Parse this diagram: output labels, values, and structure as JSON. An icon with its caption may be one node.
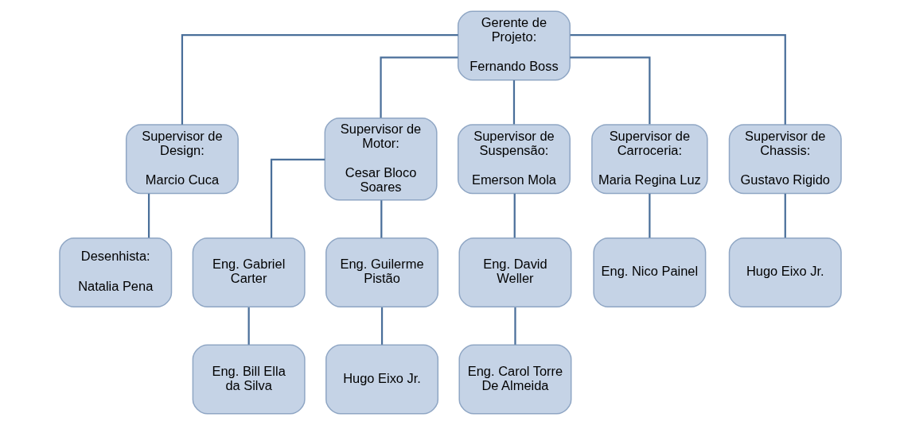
{
  "diagram": {
    "nodes": [
      {
        "text": [
          "Gerente de Projeto:",
          "Fernando Boss"
        ]
      },
      {
        "text": [
          "Supervisor de Design:",
          "Marcio Cuca"
        ]
      },
      {
        "text": [
          "Supervisor de Motor:",
          "Cesar Bloco Soares"
        ]
      },
      {
        "text": [
          "Supervisor de Suspensão:",
          "Emerson Mola"
        ]
      },
      {
        "text": [
          "Supervisor de Carroceria:",
          "Maria Regina Luz"
        ]
      },
      {
        "text": [
          "Supervisor de Chassis:",
          "Gustavo Rigido"
        ]
      },
      {
        "text": [
          "Desenhista:",
          "Natalia Pena"
        ]
      },
      {
        "text": [
          "Eng. Gabriel Carter"
        ]
      },
      {
        "text": [
          "Eng. Guilerme Pistão"
        ]
      },
      {
        "text": [
          "Eng. David Weller"
        ]
      },
      {
        "text": [
          "Eng. Nico Painel"
        ]
      },
      {
        "text": [
          "Hugo Eixo Jr."
        ]
      },
      {
        "text": [
          "Eng. Bill Ella da Silva"
        ]
      },
      {
        "text": [
          "Hugo Eixo Jr."
        ]
      },
      {
        "text": [
          "Eng. Carol Torre De Almeida"
        ]
      }
    ],
    "edges": [
      {
        "from": 0,
        "to": 1,
        "arrow": "none"
      },
      {
        "from": 0,
        "to": 2,
        "arrow": "none"
      },
      {
        "from": 0,
        "to": 3,
        "arrow": "none"
      },
      {
        "from": 0,
        "to": 4,
        "arrow": "none"
      },
      {
        "from": 0,
        "to": 5,
        "arrow": "none"
      },
      {
        "from": 1,
        "to": 6,
        "arrow": "none"
      },
      {
        "from": 2,
        "to": 7,
        "arrow": "none"
      },
      {
        "from": 2,
        "to": 8,
        "arrow": "none"
      },
      {
        "from": 3,
        "to": 9,
        "arrow": "none"
      },
      {
        "from": 4,
        "to": 10,
        "arrow": "none"
      },
      {
        "from": 5,
        "to": 11,
        "arrow": "none"
      },
      {
        "from": 7,
        "to": 12,
        "arrow": "none"
      },
      {
        "from": 8,
        "to": 13,
        "arrow": "none"
      },
      {
        "from": 9,
        "to": 14,
        "arrow": "none"
      }
    ]
  }
}
